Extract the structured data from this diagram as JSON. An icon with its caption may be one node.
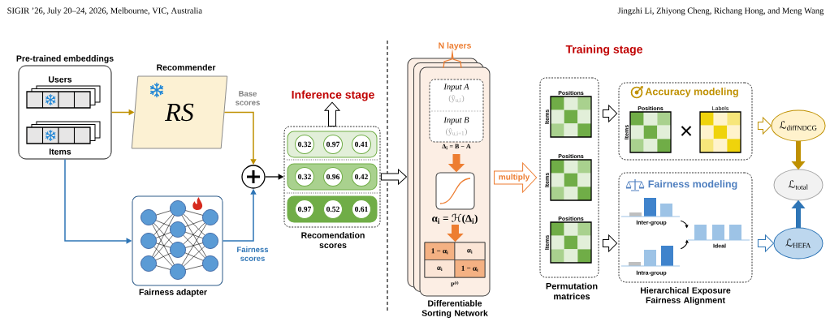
{
  "diagram": {
    "nodes": [
      {
        "text": [
          "Pre-trained embeddings",
          "Users",
          "Items"
        ]
      },
      {
        "text": [
          "Recommender",
          "RS"
        ]
      },
      {
        "text": [],
        "shape": "circle"
      },
      {
        "text": [
          "Fairness adapter"
        ]
      },
      {
        "text": [
          "Inference stage"
        ]
      },
      {
        "text": [
          "Recomendation scores"
        ]
      },
      {
        "text": [],
        "shape": "box",
        "in": 5
      },
      {
        "text": [
          "0.32"
        ],
        "in": 6
      },
      {
        "text": [
          "0.97"
        ],
        "in": 6
      },
      {
        "text": [
          "0.41"
        ],
        "in": 6
      },
      {
        "text": [],
        "shape": "box",
        "in": 5
      },
      {
        "text": [
          "0.32"
        ],
        "in": 10
      },
      {
        "text": [
          "0.96"
        ],
        "in": 10
      },
      {
        "text": [
          "0.42"
        ],
        "in": 10
      },
      {
        "text": [],
        "shape": "box",
        "in": 5
      },
      {
        "text": [
          "0.97"
        ],
        "in": 14
      },
      {
        "text": [
          "0.52"
        ],
        "in": 14
      },
      {
        "text": [
          "0.61"
        ],
        "in": 14
      },
      {
        "text": [
          "Differentiable Sorting Network"
        ],
        "beside": [
          "N layers"
        ]
      },
      {
        "text": [
          "Input A",
          "(ŷ$_{u,i}$)",
          "Input B",
          "(ŷ$_{u,i+1}$)"
        ],
        "in": 18,
        "beside": [
          "Δ$_{i}$ = B − A"
        ]
      },
      {
        "text": [],
        "shape": "box",
        "in": 18,
        "beside": [
          "α$_{i}$ = ℋ(Δ$_{i}$)"
        ]
      },
      {
        "text": [
          "1 − α$_{i}$",
          "α$_{i}$",
          "α$_{i}$",
          "1 − α$_{i}$"
        ],
        "in": 18,
        "beside": [
          "P$^{(i)}$"
        ]
      },
      {
        "text": [
          "Permutation matrices"
        ]
      },
      {
        "text": [
          "Positions",
          "Items"
        ],
        "in": 22
      },
      {
        "text": [
          "Positions",
          "Items"
        ],
        "in": 22
      },
      {
        "text": [
          "Positions",
          "Items"
        ],
        "in": 22
      },
      {
        "text": [
          "Accuracy modeling"
        ]
      },
      {
        "text": [
          "Positions",
          "Items"
        ],
        "in": 26
      },
      {
        "text": [
          "Labels"
        ],
        "in": 26
      },
      {
        "text": [
          "Fairness modeling",
          "Hierarchical Exposure Fairness Alignment"
        ]
      },
      {
        "text": [
          "Inter-group"
        ],
        "in": 29
      },
      {
        "text": [
          "Ideal"
        ],
        "in": 29
      },
      {
        "text": [
          "Intra-group"
        ],
        "in": 29
      },
      {
        "text": [
          "ℒ$_{diffNDCG}$"
        ]
      },
      {
        "text": [
          "ℒ$_{total}$"
        ]
      },
      {
        "text": [
          "ℒ$_{HEFA}$"
        ]
      }
    ],
    "edges": [
      {
        "from": 0,
        "to": 1,
        "arrow": "to",
        "color": "#bf9000"
      },
      {
        "from": 0,
        "to": 3,
        "arrow": "to",
        "color": "#2e75b6"
      },
      {
        "from": 1,
        "to": 2,
        "arrow": "to",
        "label": "Base scores",
        "color": "#bf9000"
      },
      {
        "from": 3,
        "to": 2,
        "arrow": "to",
        "label": "Fairness scores",
        "color": "#2e75b6"
      },
      {
        "from": 2,
        "to": 5,
        "arrow": "to"
      },
      {
        "from": 5,
        "to": 4,
        "arrow": "to"
      },
      {
        "from": 5,
        "to": 18,
        "arrow": "to"
      },
      {
        "from": 19,
        "to": 20,
        "arrow": "to",
        "style": "thick",
        "color": "#ed7d31"
      },
      {
        "from": 20,
        "to": 21,
        "arrow": "to",
        "style": "thick",
        "color": "#ed7d31"
      },
      {
        "from": 18,
        "to": 22,
        "arrow": "to",
        "label": "multiply",
        "color": "#ed7d31"
      },
      {
        "from": 22,
        "to": 26,
        "arrow": "to"
      },
      {
        "from": 22,
        "to": 29,
        "arrow": "to"
      },
      {
        "from": 26,
        "to": 33,
        "arrow": "to",
        "color": "#bf9000"
      },
      {
        "from": 29,
        "to": 35,
        "arrow": "to",
        "color": "#2e75b6"
      },
      {
        "from": 33,
        "to": 34,
        "arrow": "to",
        "style": "thick",
        "color": "#bf9000"
      },
      {
        "from": 35,
        "to": 34,
        "arrow": "to",
        "style": "thick",
        "color": "#2e75b6"
      },
      {
        "from": 30,
        "to": 31,
        "arrow": "to"
      },
      {
        "from": 32,
        "to": 31,
        "arrow": "to"
      }
    ],
    "labels": [
      "SIGIR ’26, July 20–24, 2026, Melbourne, VIC, Australia",
      "Jingzhi Li, Zhiyong Cheng, Richang Hong, and Meng Wang",
      "Training stage",
      "×"
    ]
  }
}
